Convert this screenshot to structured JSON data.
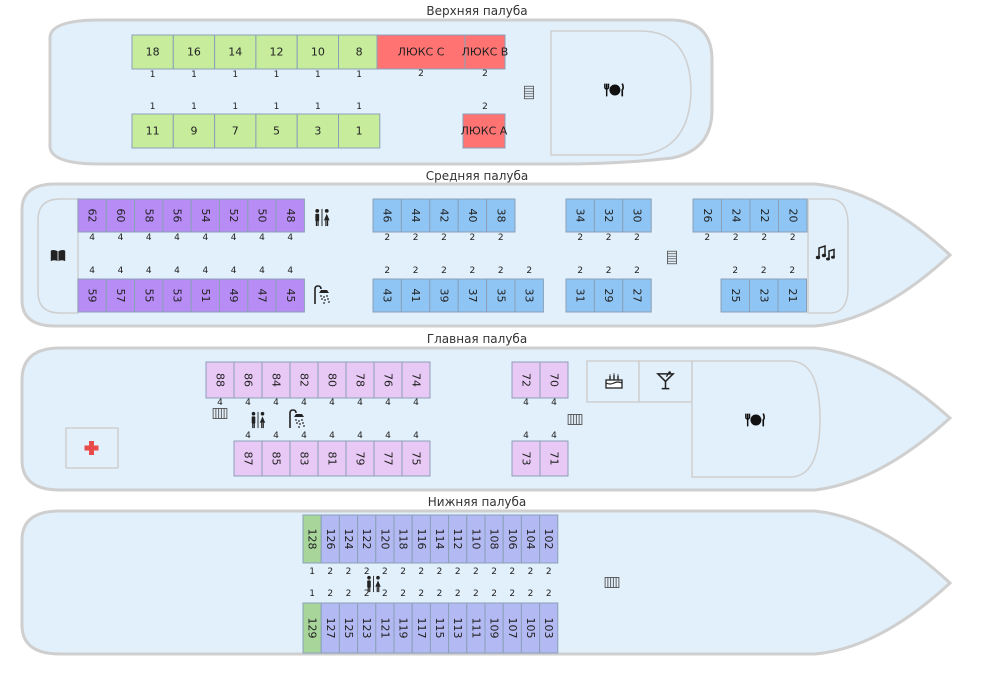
{
  "decks": {
    "upper": {
      "title": "Верхняя палуба",
      "top": [
        {
          "num": "18",
          "berths": "1"
        },
        {
          "num": "16",
          "berths": "1"
        },
        {
          "num": "14",
          "berths": "1"
        },
        {
          "num": "12",
          "berths": "1"
        },
        {
          "num": "10",
          "berths": "1"
        },
        {
          "num": "8",
          "berths": "1"
        }
      ],
      "bottom": [
        {
          "num": "11",
          "berths": "1"
        },
        {
          "num": "9",
          "berths": "1"
        },
        {
          "num": "7",
          "berths": "1"
        },
        {
          "num": "5",
          "berths": "1"
        },
        {
          "num": "3",
          "berths": "1"
        },
        {
          "num": "1",
          "berths": "1"
        }
      ],
      "suites": [
        {
          "num": "ЛЮКС С",
          "berths": "2"
        },
        {
          "num": "ЛЮКС В",
          "berths": "2"
        },
        {
          "num": "ЛЮКС А",
          "berths": "2"
        }
      ]
    },
    "middle": {
      "title": "Средняя палуба",
      "top_violet": [
        {
          "num": "62",
          "berths": "4"
        },
        {
          "num": "60",
          "berths": "4"
        },
        {
          "num": "58",
          "berths": "4"
        },
        {
          "num": "56",
          "berths": "4"
        },
        {
          "num": "54",
          "berths": "4"
        },
        {
          "num": "52",
          "berths": "4"
        },
        {
          "num": "50",
          "berths": "4"
        },
        {
          "num": "48",
          "berths": "4"
        }
      ],
      "bottom_violet": [
        {
          "num": "59",
          "berths": "4"
        },
        {
          "num": "57",
          "berths": "4"
        },
        {
          "num": "55",
          "berths": "4"
        },
        {
          "num": "53",
          "berths": "4"
        },
        {
          "num": "51",
          "berths": "4"
        },
        {
          "num": "49",
          "berths": "4"
        },
        {
          "num": "47",
          "berths": "4"
        },
        {
          "num": "45",
          "berths": "4"
        }
      ],
      "top_blue_a": [
        {
          "num": "46",
          "berths": "2"
        },
        {
          "num": "44",
          "berths": "2"
        },
        {
          "num": "42",
          "berths": "2"
        },
        {
          "num": "40",
          "berths": "2"
        },
        {
          "num": "38",
          "berths": "2"
        }
      ],
      "bottom_blue_a": [
        {
          "num": "43",
          "berths": "2"
        },
        {
          "num": "41",
          "berths": "2"
        },
        {
          "num": "39",
          "berths": "2"
        },
        {
          "num": "37",
          "berths": "2"
        },
        {
          "num": "35",
          "berths": "2"
        },
        {
          "num": "33",
          "berths": "2"
        }
      ],
      "top_blue_b": [
        {
          "num": "34",
          "berths": "2"
        },
        {
          "num": "32",
          "berths": "2"
        },
        {
          "num": "30",
          "berths": "2"
        }
      ],
      "bottom_blue_b": [
        {
          "num": "31",
          "berths": "2"
        },
        {
          "num": "29",
          "berths": "2"
        },
        {
          "num": "27",
          "berths": "2"
        }
      ],
      "top_blue_c": [
        {
          "num": "26",
          "berths": "2"
        },
        {
          "num": "24",
          "berths": "2"
        },
        {
          "num": "22",
          "berths": "2"
        },
        {
          "num": "20",
          "berths": "2"
        }
      ],
      "bottom_blue_c": [
        {
          "num": "25",
          "berths": "2"
        },
        {
          "num": "23",
          "berths": "2"
        },
        {
          "num": "21",
          "berths": "2"
        }
      ]
    },
    "main": {
      "title": "Главная палуба",
      "top_a": [
        {
          "num": "88",
          "berths": "4"
        },
        {
          "num": "86",
          "berths": "4"
        },
        {
          "num": "84",
          "berths": "4"
        },
        {
          "num": "82",
          "berths": "4"
        },
        {
          "num": "80",
          "berths": "4"
        },
        {
          "num": "78",
          "berths": "4"
        },
        {
          "num": "76",
          "berths": "4"
        },
        {
          "num": "74",
          "berths": "4"
        }
      ],
      "bottom_a": [
        {
          "num": "87",
          "berths": "4"
        },
        {
          "num": "85",
          "berths": "4"
        },
        {
          "num": "83",
          "berths": "4"
        },
        {
          "num": "81",
          "berths": "4"
        },
        {
          "num": "79",
          "berths": "4"
        },
        {
          "num": "77",
          "berths": "4"
        },
        {
          "num": "75",
          "berths": "4"
        }
      ],
      "top_b": [
        {
          "num": "72",
          "berths": "4"
        },
        {
          "num": "70",
          "berths": "4"
        }
      ],
      "bottom_b": [
        {
          "num": "73",
          "berths": "4"
        },
        {
          "num": "71",
          "berths": "4"
        }
      ]
    },
    "lower": {
      "title": "Нижняя палуба",
      "top": [
        {
          "num": "128",
          "berths": "1"
        },
        {
          "num": "126",
          "berths": "2"
        },
        {
          "num": "124",
          "berths": "2"
        },
        {
          "num": "122",
          "berths": "2"
        },
        {
          "num": "120",
          "berths": "2"
        },
        {
          "num": "118",
          "berths": "2"
        },
        {
          "num": "116",
          "berths": "2"
        },
        {
          "num": "114",
          "berths": "2"
        },
        {
          "num": "112",
          "berths": "2"
        },
        {
          "num": "110",
          "berths": "2"
        },
        {
          "num": "108",
          "berths": "2"
        },
        {
          "num": "106",
          "berths": "2"
        },
        {
          "num": "104",
          "berths": "2"
        },
        {
          "num": "102",
          "berths": "2"
        }
      ],
      "bottom": [
        {
          "num": "129",
          "berths": "1"
        },
        {
          "num": "127",
          "berths": "2"
        },
        {
          "num": "125",
          "berths": "2"
        },
        {
          "num": "123",
          "berths": "2"
        },
        {
          "num": "121",
          "berths": "2"
        },
        {
          "num": "119",
          "berths": "2"
        },
        {
          "num": "117",
          "berths": "2"
        },
        {
          "num": "115",
          "berths": "2"
        },
        {
          "num": "113",
          "berths": "2"
        },
        {
          "num": "111",
          "berths": "2"
        },
        {
          "num": "109",
          "berths": "2"
        },
        {
          "num": "107",
          "berths": "2"
        },
        {
          "num": "105",
          "berths": "2"
        },
        {
          "num": "103",
          "berths": "2"
        }
      ]
    }
  },
  "colors": {
    "single": "#c6ec9c",
    "suite": "#ff7373",
    "quad": "#b78cf5",
    "double": "#8ec5f5",
    "main_quad": "#e8c9f5",
    "lower_double": "#b3b9f2",
    "lower_single": "#a8d69a",
    "hull": "#e2f0fb",
    "medical": "#e94a4a"
  },
  "icons": [
    "restaurant-icon",
    "stairs-icon",
    "restroom-icon",
    "shower-icon",
    "library-icon",
    "music-icon",
    "cake-icon",
    "cocktail-icon",
    "first-aid-icon"
  ]
}
